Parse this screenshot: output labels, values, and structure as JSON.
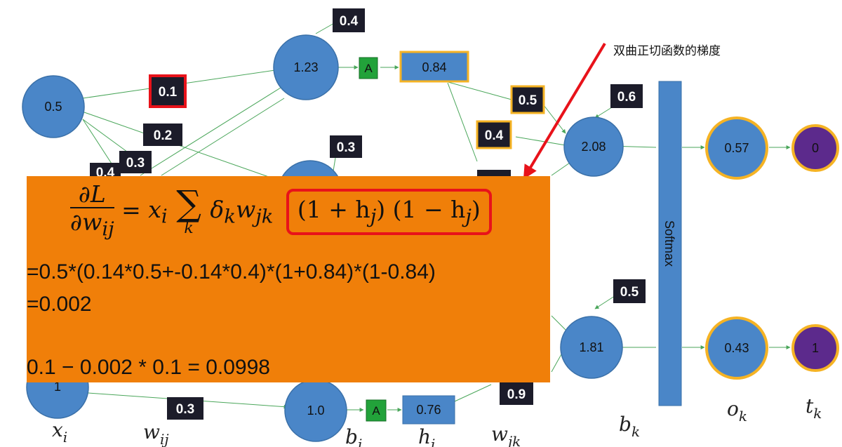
{
  "nodes": {
    "x_top": "0.5",
    "x_bottom": "1",
    "b_top": "1.23",
    "b_bottom": "1.0",
    "bk_top": "2.08",
    "bk_bottom": "1.81",
    "o_top": "0.57",
    "o_bottom": "0.43",
    "t_top": "0",
    "t_bottom": "1"
  },
  "hidden_outputs": {
    "top": "0.84",
    "bottom": "0.76"
  },
  "activation_label": "A",
  "weight_tags": {
    "w_highlight": "0.1",
    "w_02": "0.2",
    "w_03": "0.3",
    "w_04": "0.4",
    "w_bottom": "0.3",
    "b_bias_top": "0.4",
    "b_bias_mid": "0.3",
    "wjk_05": "0.5",
    "wjk_04": "0.4",
    "wjk_09": "0.9",
    "bk_bias_top": "0.6",
    "bk_bias_bottom": "0.5"
  },
  "softmax_label": "Softmax",
  "annotation": "双曲正切函数的梯度",
  "axis_labels": {
    "x": {
      "base": "x",
      "sub": "i"
    },
    "w": {
      "base": "w",
      "sub": "ij"
    },
    "b": {
      "base": "b",
      "sub": "i"
    },
    "h": {
      "base": "h",
      "sub": "i"
    },
    "wjk": {
      "base": "w",
      "sub": "jk"
    },
    "bk": {
      "base": "b",
      "sub": "k"
    },
    "o": {
      "base": "o",
      "sub": "k"
    },
    "t": {
      "base": "t",
      "sub": "k"
    }
  },
  "formula": {
    "num": "∂L",
    "den": "∂w",
    "den_sub": "ij",
    "eq": "=",
    "x": "x",
    "x_sub": "i",
    "sum_sym": "∑",
    "sum_sub": "k",
    "delta": "δ",
    "delta_sub": "k",
    "w": "w",
    "w_sub": "jk",
    "factor1": "(1 + h",
    "factor1_sub": "j",
    "factor1_end": ")",
    "factor2": "(1 − h",
    "factor2_sub": "j",
    "factor2_end": ")",
    "line2": "=0.5*(0.14*0.5+-0.14*0.4)*(1+0.84)*(1-0.84)",
    "line3": "=0.002",
    "line4": "0.1 − 0.002 * 0.1 = 0.0998"
  },
  "colors": {
    "node_fill": "#4a86c8",
    "node_border_orange": "#f5b324",
    "target_fill": "#5c2a8c",
    "activation_fill": "#22a23a",
    "highlight_red": "#e8121a",
    "formula_bg": "#f07f09",
    "tag_bg": "#1c1c2a",
    "edge": "#4aa65a"
  }
}
